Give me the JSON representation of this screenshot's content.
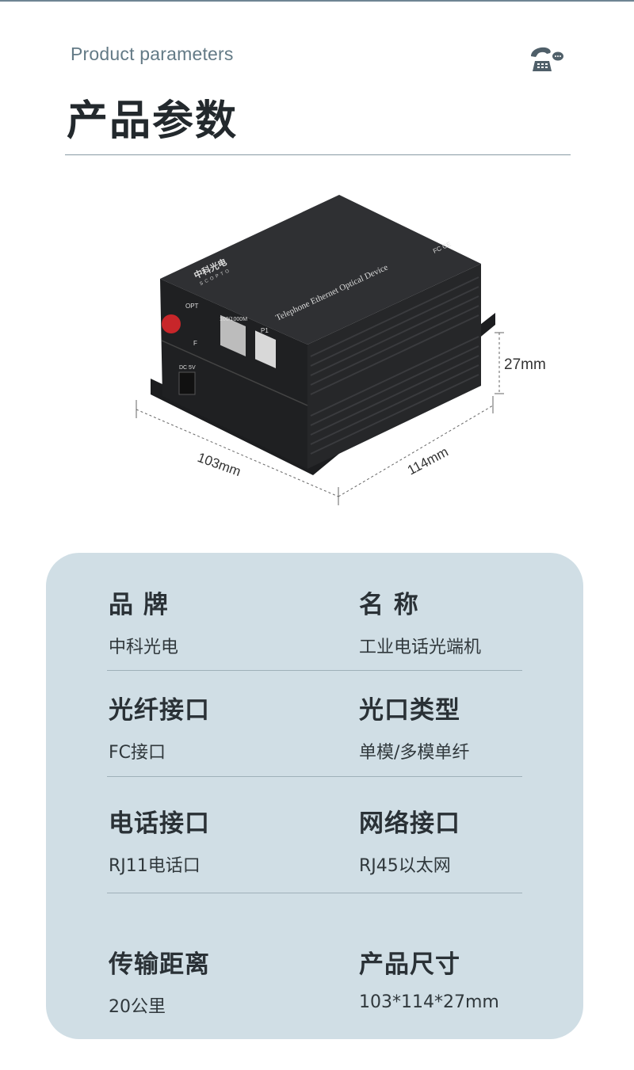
{
  "header": {
    "subtitle": "Product parameters",
    "title": "产品参数",
    "icon": "telephone-icon"
  },
  "product_image": {
    "device_text": "Telephone Ethernet Optical Device",
    "brand_cn": "中科光电",
    "brand_en": "SCOPTO",
    "cert": "FC CE",
    "port_opt": "OPT",
    "port_f": "F",
    "port_eth": "100/1000M",
    "port_p1": "P1",
    "port_dc": "DC 5V",
    "dim_width": "103mm",
    "dim_depth": "114mm",
    "dim_height": "27mm"
  },
  "params": [
    {
      "label": "品 牌",
      "value": "中科光电"
    },
    {
      "label": "名 称",
      "value": "工业电话光端机"
    },
    {
      "label": "光纤接口",
      "value": "FC接口"
    },
    {
      "label": "光口类型",
      "value": "单模/多模单纤"
    },
    {
      "label": "电话接口",
      "value": "RJ11电话口"
    },
    {
      "label": "网络接口",
      "value": "RJ45以太网"
    },
    {
      "label": "传输距离",
      "value": "20公里"
    },
    {
      "label": "产品尺寸",
      "value": "103*114*27mm"
    }
  ]
}
